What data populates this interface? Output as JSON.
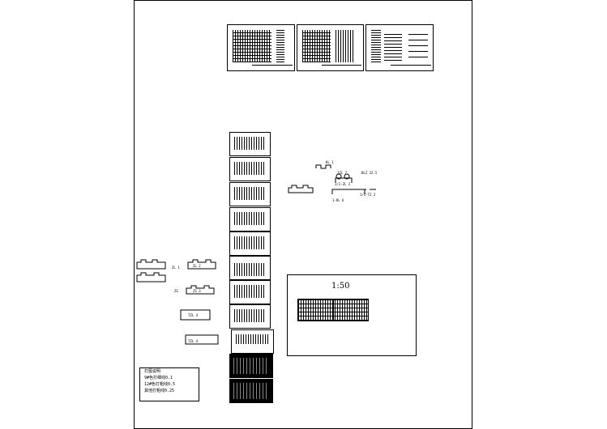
{
  "labels": {
    "zl1": "ZL 1",
    "zl2": "ZL 2",
    "zs": "ZS",
    "zs2": "ZS 3",
    "tz1": "TZL 4",
    "tz2": "TZL 4",
    "kl1": "KL 1",
    "jz": "JZL 7",
    "zlb": "1/2-ZL 2",
    "dim": "BLZ 32.5",
    "l1": "1-KL 6",
    "tz3": "1/2-TZ 2"
  },
  "notes": {
    "title": "打图说明",
    "line1": "9#色打细线0.1",
    "line2": "12#色打粗线0.5",
    "line3": "其他打粗线0.25"
  },
  "scale": "1:50"
}
